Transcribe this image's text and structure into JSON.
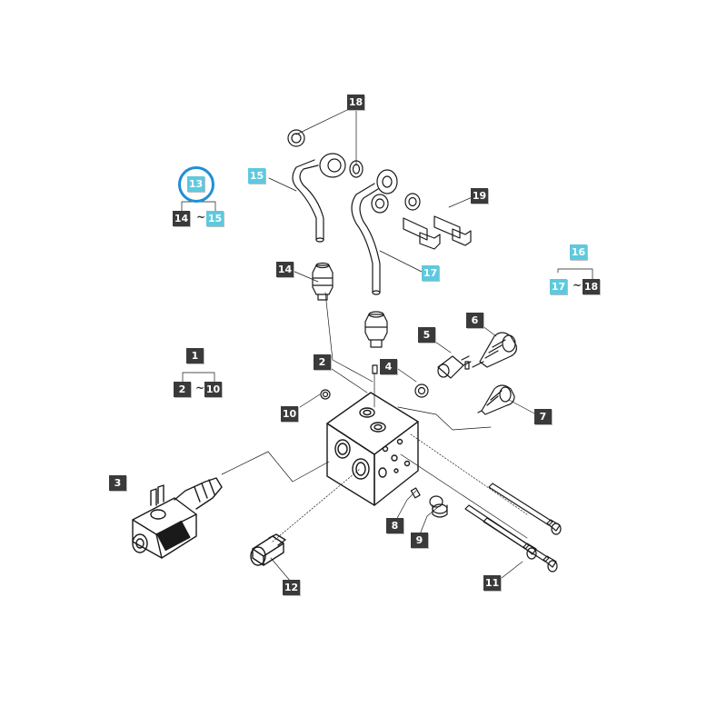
{
  "diagram": {
    "callouts": [
      {
        "id": "c18",
        "label": "18",
        "highlight": false
      },
      {
        "id": "c15a",
        "label": "15",
        "highlight": true
      },
      {
        "id": "c13",
        "label": "13",
        "highlight": true
      },
      {
        "id": "c14a",
        "label": "14",
        "highlight": false
      },
      {
        "id": "c15b",
        "label": "15",
        "highlight": true
      },
      {
        "id": "c19",
        "label": "19",
        "highlight": false
      },
      {
        "id": "c17a",
        "label": "17",
        "highlight": true
      },
      {
        "id": "c14b",
        "label": "14",
        "highlight": false
      },
      {
        "id": "c16",
        "label": "16",
        "highlight": true
      },
      {
        "id": "c17b",
        "label": "17",
        "highlight": true
      },
      {
        "id": "c18b",
        "label": "18",
        "highlight": false
      },
      {
        "id": "c6",
        "label": "6",
        "highlight": false
      },
      {
        "id": "c5",
        "label": "5",
        "highlight": false
      },
      {
        "id": "c1",
        "label": "1",
        "highlight": false
      },
      {
        "id": "c2a",
        "label": "2",
        "highlight": false
      },
      {
        "id": "c10a",
        "label": "10",
        "highlight": false
      },
      {
        "id": "c2b",
        "label": "2",
        "highlight": false
      },
      {
        "id": "c4",
        "label": "4",
        "highlight": false
      },
      {
        "id": "c10b",
        "label": "10",
        "highlight": false
      },
      {
        "id": "c7",
        "label": "7",
        "highlight": false
      },
      {
        "id": "c3",
        "label": "3",
        "highlight": false
      },
      {
        "id": "c8",
        "label": "8",
        "highlight": false
      },
      {
        "id": "c9",
        "label": "9",
        "highlight": false
      },
      {
        "id": "c11",
        "label": "11",
        "highlight": false
      },
      {
        "id": "c12",
        "label": "12",
        "highlight": false
      }
    ],
    "range_separator": "~",
    "selected_callout": "13",
    "colors": {
      "callout_dark": "#3a3a3a",
      "callout_highlight": "#5ec9de",
      "selection_ring": "#1f8fd4",
      "line_art": "#1a1a1a"
    }
  }
}
